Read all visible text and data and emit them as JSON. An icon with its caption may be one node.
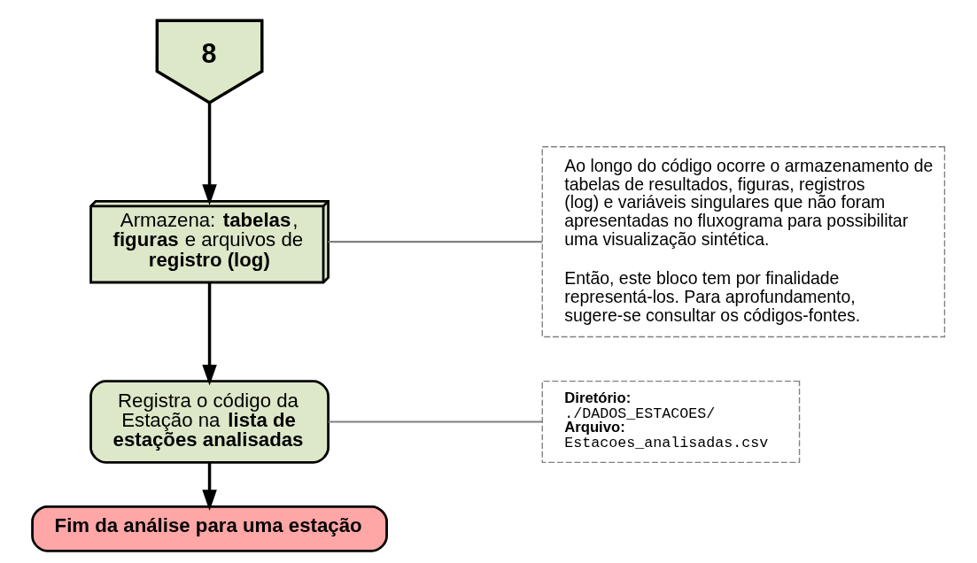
{
  "diagram": {
    "nodes": [
      {
        "text": [
          "8"
        ]
      },
      {
        "text": [
          "Armazena: **tabelas**, **figuras** e arquivos de **registro (log)**"
        ]
      },
      {
        "text": [
          "Registra o código da Estação na **lista de estações analisadas**"
        ]
      },
      {
        "text": [
          "Fim da análise para uma estação"
        ]
      },
      {
        "text": [
          "Ao longo do código ocorre o armazenamento de tabelas de resultados, figuras, registros (log) e variáveis singulares que não foram apresentadas no fluxograma para possibilitar uma visualização sintética.",
          "Então, este bloco tem por finalidade representá-los. Para aprofundamento, sugere-se consultar os códigos-fontes."
        ]
      },
      {
        "text": [
          "Diretório:",
          "./DADOS_ESTACOES/",
          "Arquivo:",
          "Estacoes_analisadas.csv"
        ]
      }
    ],
    "edges": [
      {
        "from": 0,
        "to": 1,
        "arrow": "to"
      },
      {
        "from": 1,
        "to": 2,
        "arrow": "to"
      },
      {
        "from": 2,
        "to": 3,
        "arrow": "to"
      },
      {
        "from": 4,
        "to": 1,
        "arrow": "none",
        "color": "#808080"
      },
      {
        "from": 5,
        "to": 2,
        "arrow": "none",
        "color": "#808080"
      }
    ]
  }
}
